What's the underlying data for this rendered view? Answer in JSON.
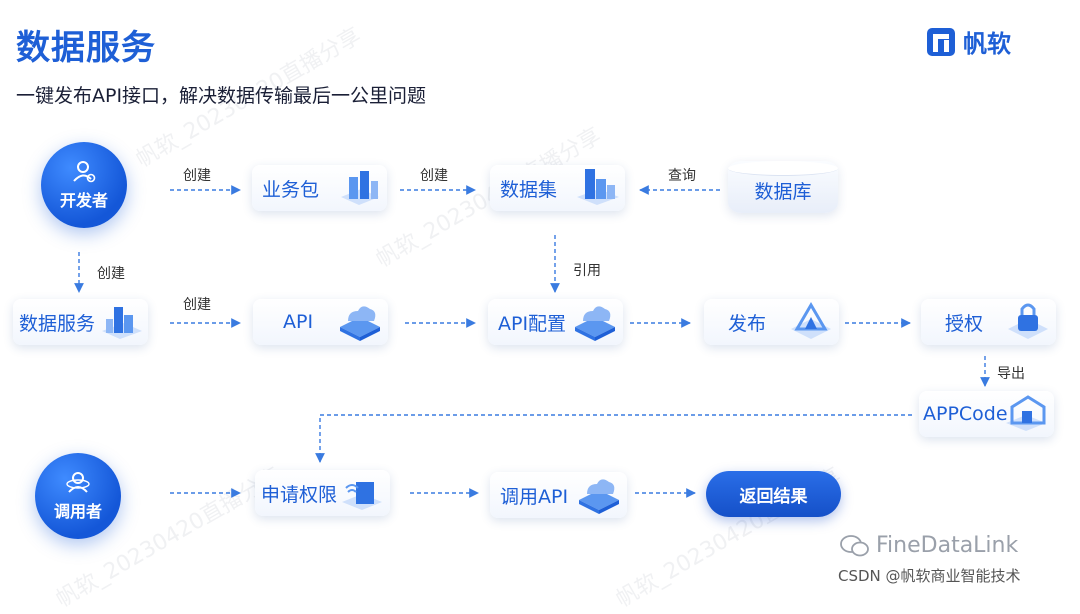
{
  "page": {
    "title": "数据服务",
    "subtitle": "一键发布API接口，解决数据传输最后一公里问题",
    "brand": "帆软",
    "watermark": "帆软_20230420直播分享"
  },
  "actors": {
    "developer": "开发者",
    "caller": "调用者"
  },
  "nodes": {
    "business_package": "业务包",
    "dataset": "数据集",
    "database": "数据库",
    "data_service": "数据服务",
    "api": "API",
    "api_config": "API配置",
    "publish": "发布",
    "authorize": "授权",
    "appcode": "APPCode",
    "apply_permission": "申请权限",
    "call_api": "调用API",
    "return_result": "返回结果"
  },
  "edges": {
    "create_1": "创建",
    "create_2": "创建",
    "query": "查询",
    "create_3": "创建",
    "create_4": "创建",
    "reference": "引用",
    "export": "导出"
  },
  "footer": {
    "wechat": "FineDataLink",
    "csdn": "CSDN @帆软商业智能技术"
  },
  "colors": {
    "accent": "#1e5fd6",
    "arrow": "#3a7be0"
  }
}
